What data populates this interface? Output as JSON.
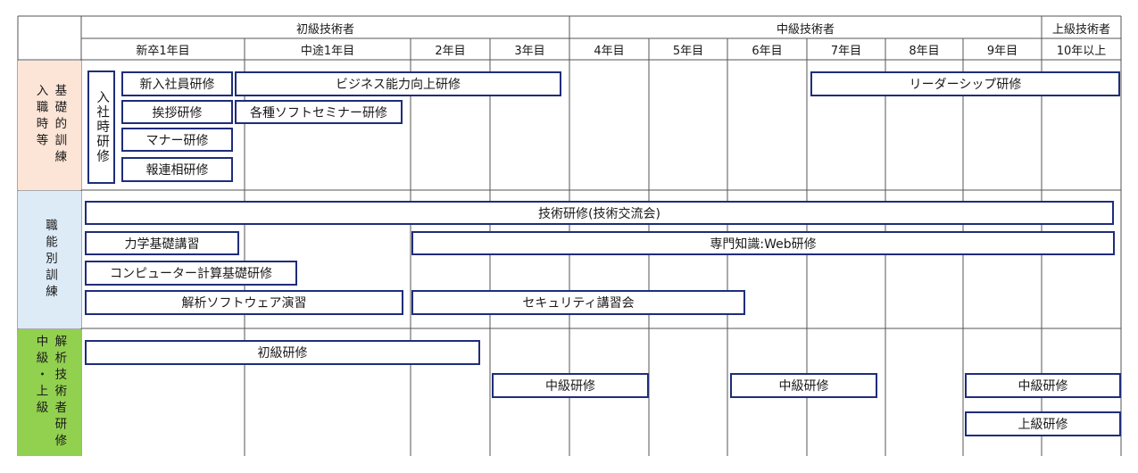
{
  "header": {
    "levels": [
      "初級技術者",
      "中級技術者",
      "上級技術者"
    ],
    "years": [
      "新卒1年目",
      "中途1年目",
      "2年目",
      "3年目",
      "4年目",
      "5年目",
      "6年目",
      "7年目",
      "8年目",
      "9年目",
      "10年以上"
    ]
  },
  "categories": [
    {
      "key": "basic",
      "col1": "基礎的訓練",
      "col2": "入職時等",
      "color": "#fce4d6"
    },
    {
      "key": "functional",
      "col1": "職能別訓練",
      "col2": "",
      "color": "#ddebf7"
    },
    {
      "key": "analysis",
      "col1": "解析技術者研修",
      "col2": "中級・上級",
      "color": "#92d050"
    }
  ],
  "vertical_box": {
    "label": "入社時研修"
  },
  "courses": [
    {
      "label": "新入社員研修"
    },
    {
      "label": "ビジネス能力向上研修"
    },
    {
      "label": "リーダーシップ研修"
    },
    {
      "label": "挨拶研修"
    },
    {
      "label": "各種ソフトセミナー研修"
    },
    {
      "label": "マナー研修"
    },
    {
      "label": "報連相研修"
    },
    {
      "label": "技術研修(技術交流会)"
    },
    {
      "label": "力学基礎講習"
    },
    {
      "label": "専門知識:Web研修"
    },
    {
      "label": "コンピューター計算基礎研修"
    },
    {
      "label": "解析ソフトウェア演習"
    },
    {
      "label": "セキュリティ講習会"
    },
    {
      "label": "初級研修"
    },
    {
      "label": "中級研修"
    },
    {
      "label": "中級研修"
    },
    {
      "label": "中級研修"
    },
    {
      "label": "上級研修"
    }
  ]
}
